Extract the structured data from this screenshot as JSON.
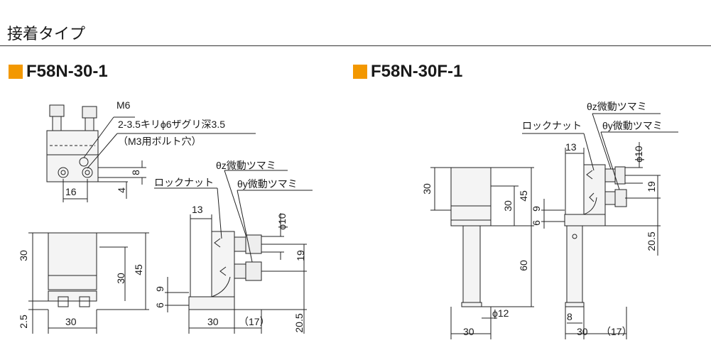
{
  "section_title": "接着タイプ",
  "accent_color": "#f39800",
  "models": [
    {
      "name": "F58N-30-1"
    },
    {
      "name": "F58N-30F-1"
    }
  ],
  "labels": {
    "m6": "M6",
    "hole_spec": "2-3.5キリϕ6ザグリ深3.5",
    "hole_note": "（M3用ボルト穴）",
    "theta_z": "θz微動ツマミ",
    "theta_y": "θy微動ツマミ",
    "lock_nut": "ロックナット"
  },
  "dims": {
    "d16": "16",
    "d8": "8",
    "d4": "4",
    "d13": "13",
    "d10": "ϕ10",
    "d19": "19",
    "d30": "30",
    "d45": "45",
    "d6": "6",
    "d9": "9",
    "d2_5": "2.5",
    "d17": "（17）",
    "d20_5": "20.5",
    "d60": "60",
    "d12": "ϕ12"
  }
}
